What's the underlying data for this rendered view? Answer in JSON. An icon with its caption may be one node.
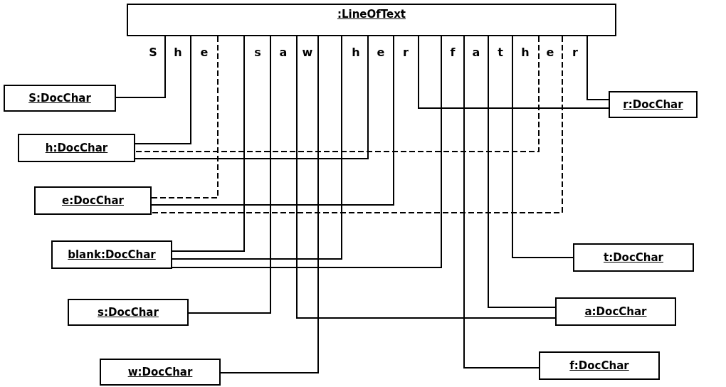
{
  "diagram": {
    "nodes": [
      {
        "text": [
          ":LineOfText"
        ]
      },
      {
        "text": [
          "S:DocChar"
        ]
      },
      {
        "text": [
          "r:DocChar"
        ]
      },
      {
        "text": [
          "h:DocChar"
        ]
      },
      {
        "text": [
          "e:DocChar"
        ]
      },
      {
        "text": [
          "blank:DocChar"
        ]
      },
      {
        "text": [
          "t:DocChar"
        ]
      },
      {
        "text": [
          "s:DocChar"
        ]
      },
      {
        "text": [
          "a:DocChar"
        ]
      },
      {
        "text": [
          "w:DocChar"
        ]
      },
      {
        "text": [
          "f:DocChar"
        ]
      }
    ],
    "edges": [
      {
        "from": 0,
        "to": 1,
        "arrow": "none"
      },
      {
        "from": 0,
        "to": 3,
        "arrow": "none"
      },
      {
        "from": 0,
        "to": 4,
        "arrow": "none",
        "style": "dashed"
      },
      {
        "from": 0,
        "to": 5,
        "arrow": "none"
      },
      {
        "from": 0,
        "to": 7,
        "arrow": "none"
      },
      {
        "from": 0,
        "to": 8,
        "arrow": "none"
      },
      {
        "from": 0,
        "to": 9,
        "arrow": "none"
      },
      {
        "from": 0,
        "to": 5,
        "arrow": "none"
      },
      {
        "from": 0,
        "to": 3,
        "arrow": "none"
      },
      {
        "from": 0,
        "to": 4,
        "arrow": "none"
      },
      {
        "from": 0,
        "to": 2,
        "arrow": "none"
      },
      {
        "from": 0,
        "to": 5,
        "arrow": "none"
      },
      {
        "from": 0,
        "to": 10,
        "arrow": "none"
      },
      {
        "from": 0,
        "to": 8,
        "arrow": "none"
      },
      {
        "from": 0,
        "to": 6,
        "arrow": "none"
      },
      {
        "from": 0,
        "to": 3,
        "arrow": "none",
        "style": "dashed"
      },
      {
        "from": 0,
        "to": 4,
        "arrow": "none",
        "style": "dashed"
      },
      {
        "from": 0,
        "to": 2,
        "arrow": "none"
      }
    ],
    "labels": [
      "S",
      "h",
      "e",
      "s",
      "a",
      "w",
      "h",
      "e",
      "r",
      "f",
      "a",
      "t",
      "h",
      "e",
      "r"
    ]
  }
}
